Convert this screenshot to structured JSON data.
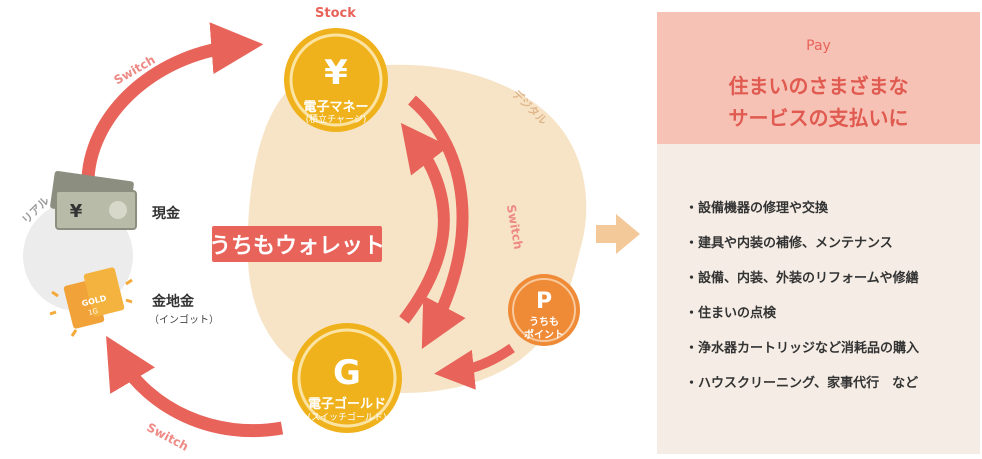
{
  "labels": {
    "stock": "Stock",
    "digital": "デジタル",
    "real": "リアル",
    "switch_top": "Switch",
    "switch_mid": "Switch",
    "switch_bottom": "Switch",
    "cash": "現金",
    "gold": "金地金",
    "gold_sub": "（インゴット）",
    "wallet": "うちもウォレット"
  },
  "nodes": {
    "emoney_symbol": "¥",
    "emoney_label": "電子マネー",
    "emoney_sub": "(積立チャージ)",
    "egold_symbol": "G",
    "egold_label": "電子ゴールド",
    "egold_sub": "(スイッチゴールド)",
    "point_symbol": "P",
    "point_label_1": "うちも",
    "point_label_2": "ポイント",
    "note_symbol": "¥",
    "bar_text_1": "GOLD",
    "bar_text_2": "1G"
  },
  "panel": {
    "pay": "Pay",
    "headline_1": "住まいのさまざまな",
    "headline_2": "サービスの支払いに",
    "items": [
      "・設備機器の修理や交換",
      "・建具や内装の補修、メンテナンス",
      "・設備、内装、外装のリフォームや修繕",
      "・住まいの点検",
      "・浄水器カートリッジなど消耗品の購入",
      "・ハウスクリーニング、家事代行　など"
    ]
  },
  "colors": {
    "arrow": "#e8635a",
    "blob": "#f7e4c6",
    "coin_gold": "#f0b21c",
    "coin_ring": "#fbe3a3",
    "point_orange": "#ef8a36",
    "panel_header": "#f6c2b6",
    "panel_body": "#f5ede5"
  }
}
